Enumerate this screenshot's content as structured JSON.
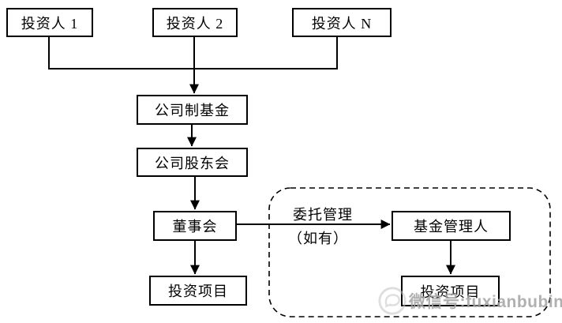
{
  "diagram": {
    "nodes": {
      "investor1": "投资人 1",
      "investor2": "投资人 2",
      "investor_n": "投资人 N",
      "fund": "公司制基金",
      "shareholders_meeting": "公司股东会",
      "board": "董事会",
      "investment_project_left": "投资项目",
      "fund_manager": "基金管理人",
      "investment_project_right": "投资项目"
    },
    "edge_labels": {
      "entrusted_management": "委托管理",
      "if_any": "（如有）"
    },
    "colors": {
      "line": "#000000",
      "box_border": "#000000",
      "box_background": "#ffffff",
      "dashed_region_border": "#000000",
      "watermark_text": "#a3a3a3"
    }
  },
  "watermark": {
    "icon": "wechat-logo-icon",
    "text": "微信号:fuxianbubin"
  }
}
